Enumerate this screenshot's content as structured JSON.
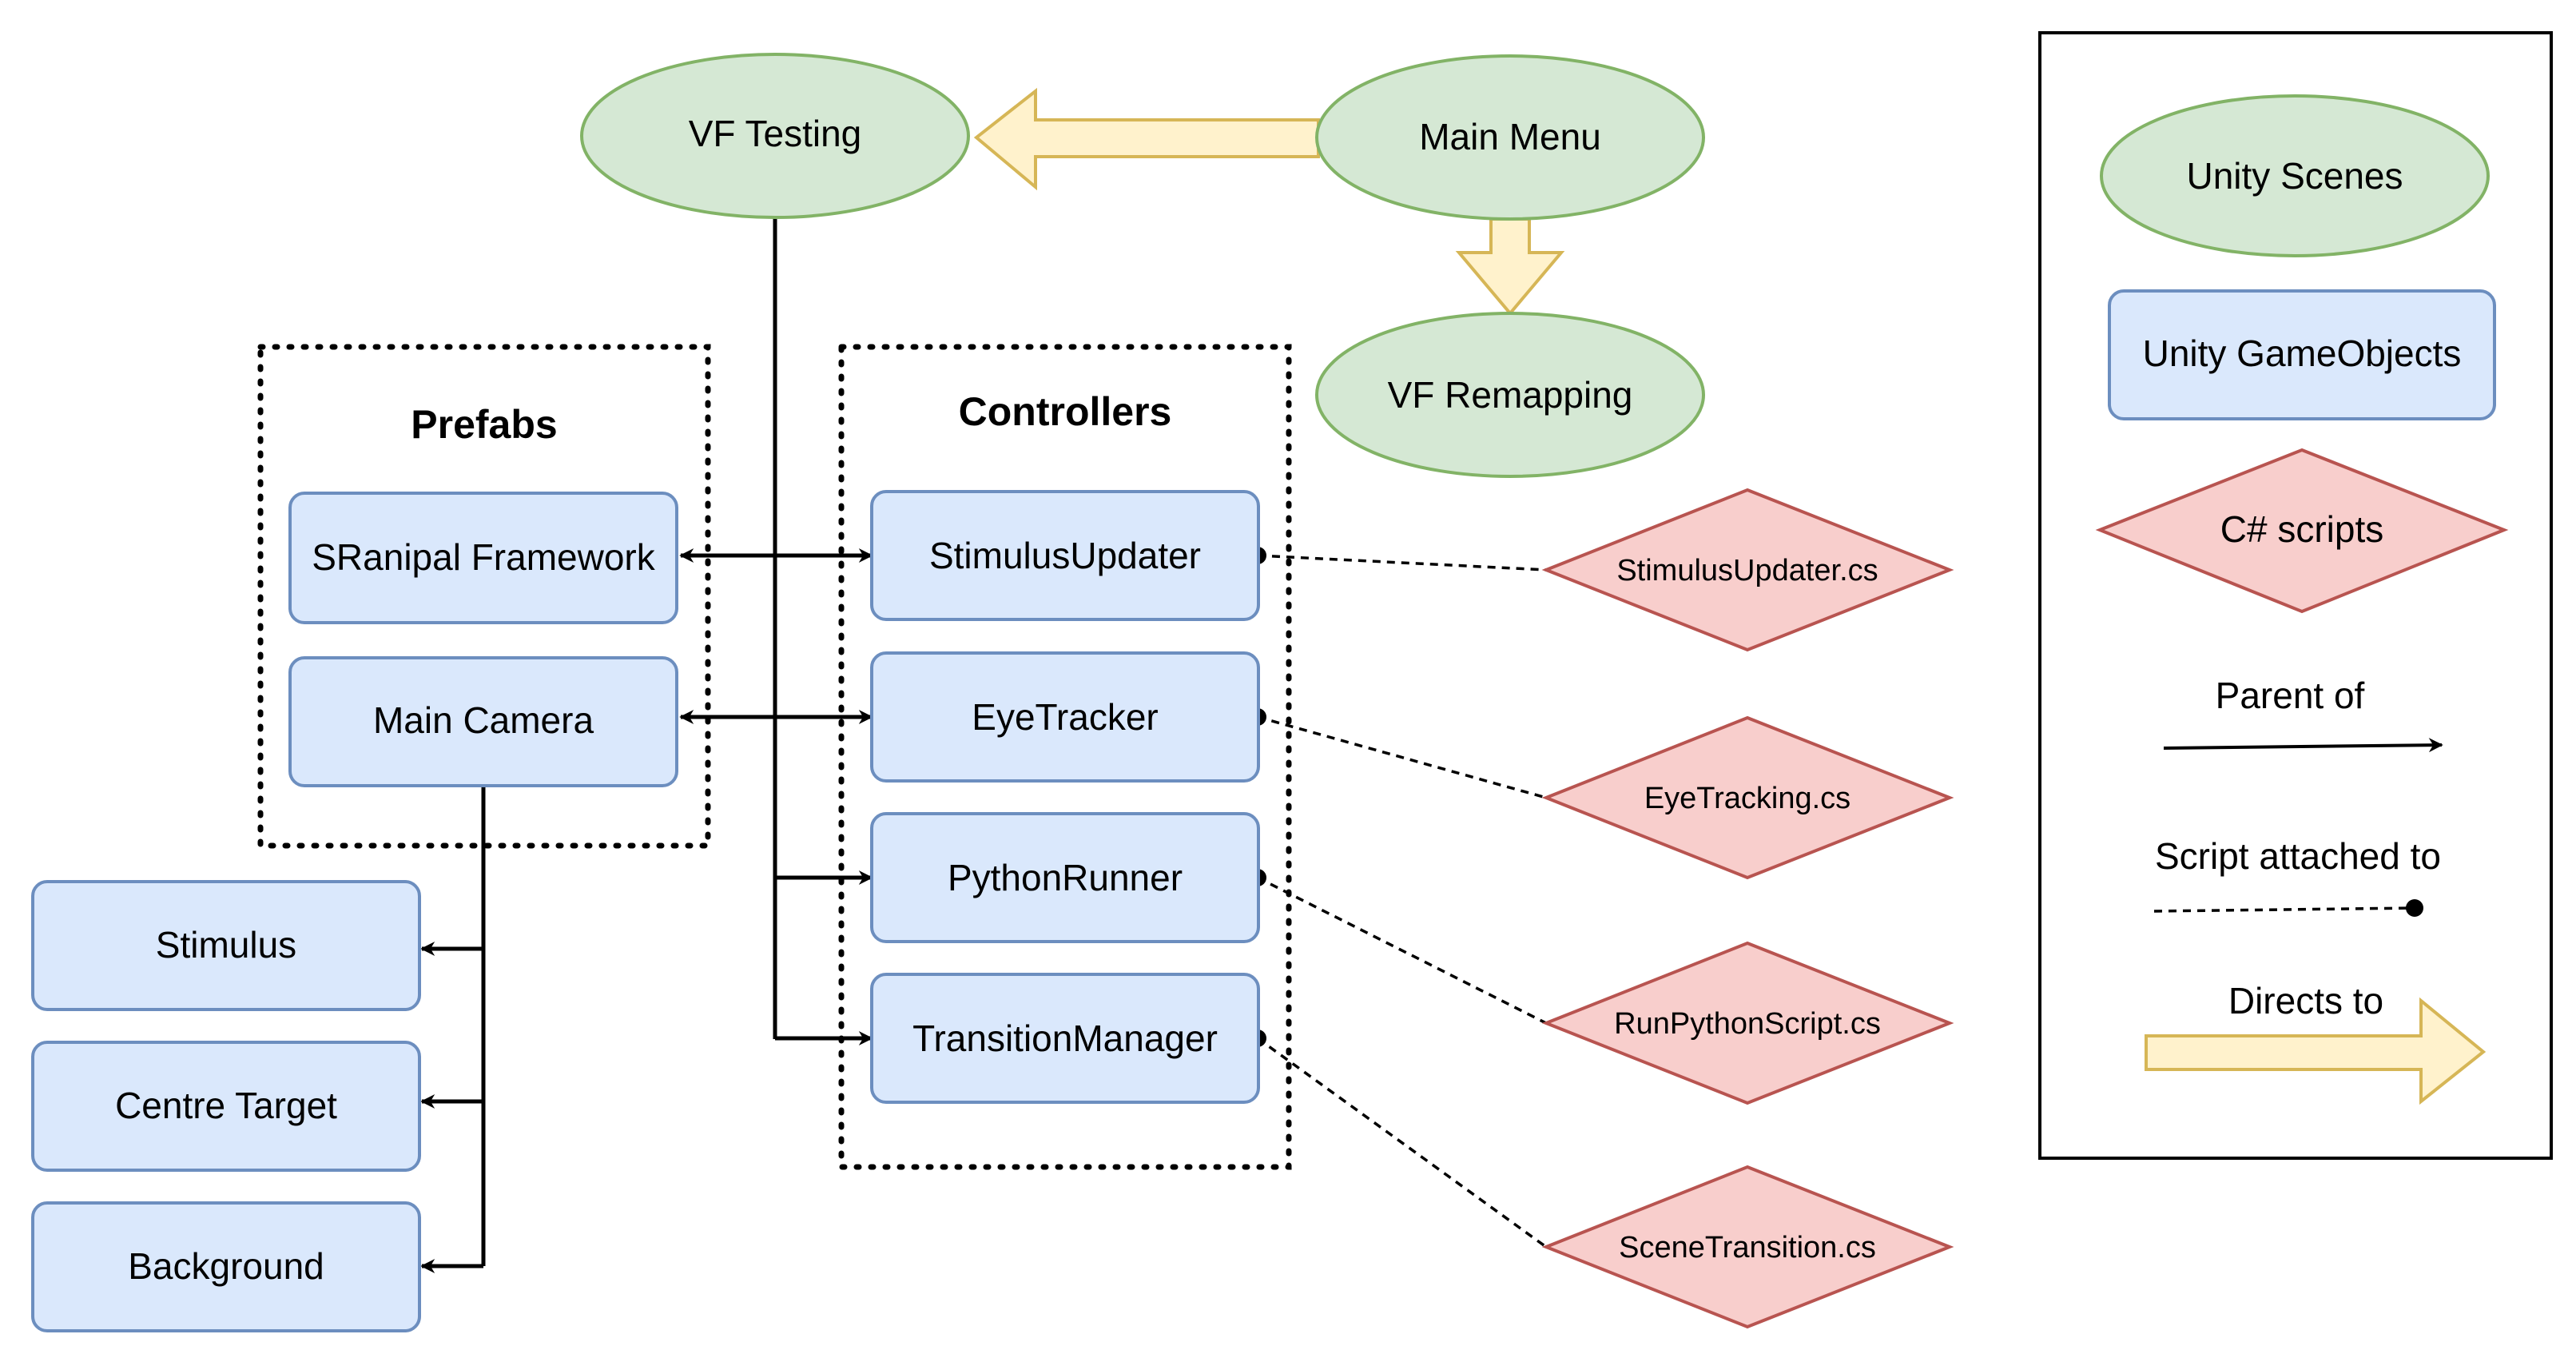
{
  "scenes": {
    "vf_testing": "VF Testing",
    "main_menu": "Main Menu",
    "vf_remapping": "VF Remapping"
  },
  "groups": {
    "prefabs": "Prefabs",
    "controllers": "Controllers"
  },
  "gameobjects": {
    "sranipal": "SRanipal Framework",
    "main_camera": "Main Camera",
    "stimulus": "Stimulus",
    "centre_target": "Centre Target",
    "background": "Background",
    "stimulus_updater": "StimulusUpdater",
    "eye_tracker": "EyeTracker",
    "python_runner": "PythonRunner",
    "transition_manager": "TransitionManager"
  },
  "scripts": {
    "stimulus_updater_cs": "StimulusUpdater.cs",
    "eye_tracking_cs": "EyeTracking.cs",
    "run_python_script_cs": "RunPythonScript.cs",
    "scene_transition_cs": "SceneTransition.cs"
  },
  "legend": {
    "unity_scenes": "Unity Scenes",
    "unity_gameobjects": "Unity GameObjects",
    "csharp_scripts": "C# scripts",
    "parent_of": "Parent of",
    "script_attached_to": "Script attached to",
    "directs_to": "Directs to"
  },
  "colors": {
    "scene_fill": "#d5e8d4",
    "scene_stroke": "#82b366",
    "object_fill": "#dae8fc",
    "object_stroke": "#6c8ebf",
    "script_fill": "#f8cecc",
    "script_stroke": "#b85450",
    "arrow_fill": "#fff2cc",
    "arrow_stroke": "#d6b656"
  }
}
